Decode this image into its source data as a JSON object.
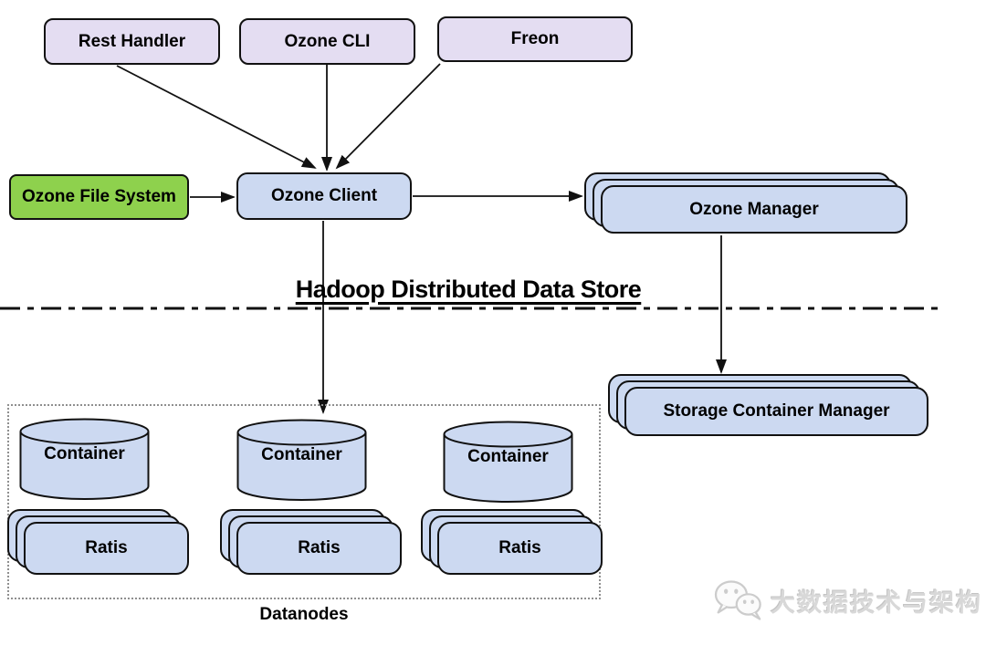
{
  "title": {
    "text": "Hadoop Distributed Data Store"
  },
  "nodes": {
    "rest_handler": "Rest Handler",
    "ozone_cli": "Ozone CLI",
    "freon": "Freon",
    "ozone_file_system": "Ozone File System",
    "ozone_client": "Ozone Client",
    "ozone_manager": "Ozone Manager",
    "storage_container_manager": "Storage Container Manager"
  },
  "datanodes": {
    "label": "Datanodes",
    "columns": [
      {
        "container": "Container",
        "ratis": "Ratis"
      },
      {
        "container": "Container",
        "ratis": "Ratis"
      },
      {
        "container": "Container",
        "ratis": "Ratis"
      }
    ]
  },
  "watermark": {
    "text": "大数据技术与架构",
    "icon": "wechat-icon"
  },
  "colors": {
    "node_blue": "#ccd9f1",
    "client_purple": "#e4ddf2",
    "ofs_green": "#8ed14d",
    "border_dark": "#111111",
    "watermark_gray": "#d8d8d8"
  }
}
